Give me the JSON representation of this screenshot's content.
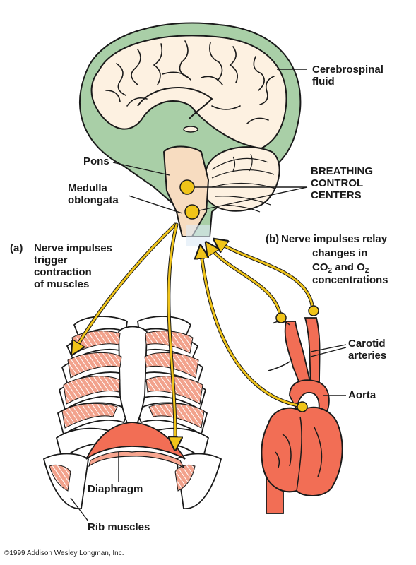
{
  "labels": {
    "csf": "Cerebrospinal\nfluid",
    "pons": "Pons",
    "medulla": "Medulla\noblongata",
    "centers": "BREATHING\nCONTROL\nCENTERS",
    "a_prefix": "(a)",
    "a_text": "Nerve impulses\ntrigger\ncontraction\nof muscles",
    "b_prefix": "(b)",
    "b_line1": "Nerve impulses relay",
    "b_line2": "changes in",
    "co_co": "CO",
    "co_sub1": "2",
    "co_and": " and O",
    "co_sub2": "2",
    "b_line4": "concentrations",
    "carotid": "Carotid\narteries",
    "aorta": "Aorta",
    "diaphragm": "Diaphragm",
    "rib": "Rib muscles"
  },
  "copyright": "©1999 Addison Wesley Longman, Inc.",
  "colors": {
    "csf_green": "#a9cfa7",
    "brain_cream": "#fdf1e1",
    "stem_peach": "#f7dcc0",
    "nerve_yellow": "#f0c419",
    "muscle_salmon": "#f2a28c",
    "vessel_red": "#f26e55",
    "outline": "#1a1a1a"
  }
}
